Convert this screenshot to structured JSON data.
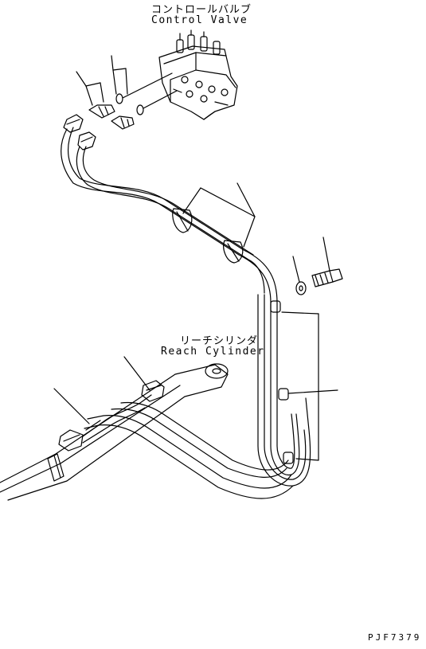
{
  "labels": {
    "control_valve_jp": "コントロールバルブ",
    "control_valve_en": "Control Valve",
    "reach_cylinder_jp": "リーチシリンダ",
    "reach_cylinder_en": "Reach Cylinder",
    "drawing_code": "PJF7379"
  },
  "colors": {
    "line": "#000000",
    "background": "#ffffff"
  }
}
